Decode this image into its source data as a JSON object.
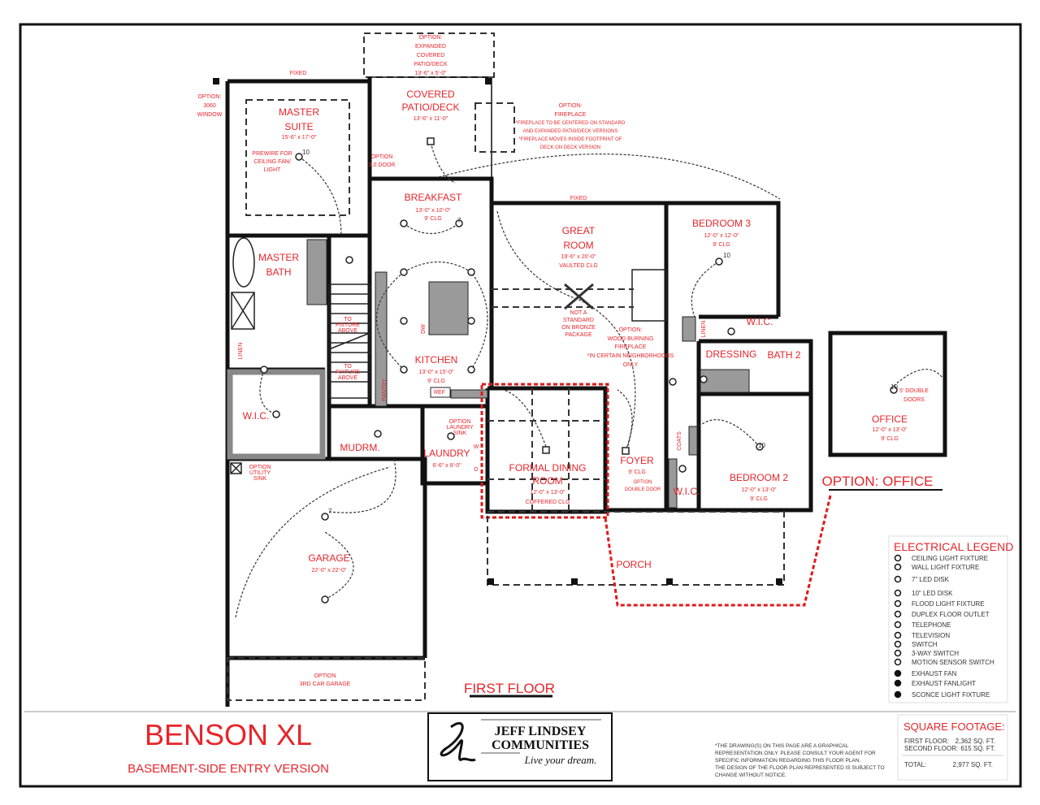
{
  "plan": {
    "title": "BENSON XL",
    "subtitle": "BASEMENT-SIDE ENTRY VERSION",
    "floor_label": "FIRST FLOOR",
    "option_office_label": "OPTION: OFFICE"
  },
  "rooms": {
    "master_suite": {
      "name1": "MASTER",
      "name2": "SUITE",
      "dims": "15'-6\" x 17'-0\""
    },
    "covered_patio": {
      "name1": "COVERED",
      "name2": "PATIO/DECK",
      "dims": "13'-6\" x 11'-0\""
    },
    "breakfast": {
      "name": "BREAKFAST",
      "dims": "13'-0\" x 10'-0\"",
      "clg": "9' CLG"
    },
    "great_room": {
      "name1": "GREAT",
      "name2": "ROOM",
      "dims": "19'-6\" x 20'-0\"",
      "clg": "VAULTED CLG"
    },
    "bedroom3": {
      "name": "BEDROOM 3",
      "dims": "12'-0\" x 12'-0\"",
      "clg": "9' CLG"
    },
    "master_bath": {
      "name1": "MASTER",
      "name2": "BATH"
    },
    "kitchen": {
      "name": "KITCHEN",
      "dims": "13'-0\" x 15'-0\"",
      "clg": "9' CLG"
    },
    "wic_master": {
      "name": "W.I.C."
    },
    "wic_bed3": {
      "name": "W.I.C."
    },
    "wic_bed2": {
      "name": "W.I.C."
    },
    "dressing": {
      "name": "DRESSING"
    },
    "bath2": {
      "name": "BATH 2"
    },
    "mudroom": {
      "name": "MUDRM."
    },
    "laundry": {
      "name": "LAUNDRY",
      "dims": "6'-6\" x 8'-0\""
    },
    "formal_dining": {
      "name1": "FORMAL DINING",
      "name2": "ROOM",
      "dims": "12'-0\" x 13'-0\"",
      "clg": "COFFERED CLG"
    },
    "foyer": {
      "name": "FOYER",
      "clg": "9' CLG"
    },
    "bedroom2": {
      "name": "BEDROOM 2",
      "dims": "12'-0\" x 13'-0\"",
      "clg": "9' CLG"
    },
    "office": {
      "name": "OFFICE",
      "dims": "12'-0\" x 13'-0\"",
      "clg": "9' CLG"
    },
    "garage": {
      "name": "GARAGE",
      "dims": "22'-0\" x 22'-0\""
    },
    "porch": {
      "name": "PORCH"
    }
  },
  "notes": {
    "expanded_patio": [
      "OPTION:",
      "EXPANDED",
      "COVERED",
      "PATIO/DECK",
      "13'-6\" x 5'-0\""
    ],
    "fireplace_patio": [
      "OPTION:",
      "FIREPLACE",
      "*FIREPLACE TO BE CENTERED ON STANDARD",
      "AND EXPANDED PATIO/DECK VERSIONS",
      "*FIREPLACE MOVES INSIDE FOOTPRINT OF",
      "DECK ON DECK VERSION"
    ],
    "window_option": [
      "OPTION:",
      "3060",
      "WINDOW"
    ],
    "fixed_master": "FIXED",
    "fixed_great": "FIXED",
    "door_option": [
      "OPTION",
      "3.0 DOOR"
    ],
    "prewire": [
      "PREWIRE FOR",
      "CEILING FAN/",
      "LIGHT"
    ],
    "fan_note": [
      "NOT A",
      "STANDARD",
      "ON BRONZE",
      "PACKAGE"
    ],
    "wood_fireplace": [
      "OPTION:",
      "WOOD BURNING",
      "FIREPLACE",
      "*IN CERTAIN NEIGHBORHOODS",
      "ONLY"
    ],
    "fixture_above_1": [
      "TO",
      "FIXTURE",
      "ABOVE"
    ],
    "fixture_above_2": [
      "TO",
      "FIXTURE",
      "ABOVE"
    ],
    "laundry_sink": [
      "OPTION",
      "LAUNDRY",
      "SINK"
    ],
    "utility_sink": [
      "OPTION",
      "UTILITY",
      "SINK"
    ],
    "third_car": [
      "OPTION",
      "3RD CAR GARAGE"
    ],
    "double_door": [
      "OPTION",
      "DOUBLE DOOR"
    ],
    "office_doors": [
      "5' DOUBLE",
      "DOORS"
    ],
    "linen": "LINEN",
    "coats": "COATS",
    "pantry": "PANTRY",
    "ref": "REF",
    "dw": "DW",
    "w": "W",
    "d": "D",
    "lamp_7": "7",
    "lamp_10": "10"
  },
  "legend": {
    "title": "ELECTRICAL LEGEND",
    "items": [
      {
        "icon": "ceiling-light-icon",
        "label": "CEILING LIGHT FIXTURE"
      },
      {
        "icon": "wall-light-icon",
        "label": "WALL LIGHT FIXTURE"
      },
      {
        "icon": "led-disk-7-icon",
        "label": "7\" LED DISK"
      },
      {
        "icon": "led-disk-10-icon",
        "label": "10\" LED DISK"
      },
      {
        "icon": "flood-light-icon",
        "label": "FLOOD LIGHT FIXTURE"
      },
      {
        "icon": "floor-outlet-icon",
        "label": "DUPLEX FLOOR OUTLET"
      },
      {
        "icon": "telephone-icon",
        "label": "TELEPHONE"
      },
      {
        "icon": "television-icon",
        "label": "TELEVISION"
      },
      {
        "icon": "switch-icon",
        "label": "SWITCH"
      },
      {
        "icon": "three-way-switch-icon",
        "label": "3-WAY SWITCH"
      },
      {
        "icon": "motion-switch-icon",
        "label": "MOTION SENSOR SWITCH"
      },
      {
        "icon": "exhaust-fan-icon",
        "label": "EXHAUST FAN"
      },
      {
        "icon": "exhaust-fanlight-icon",
        "label": "EXHAUST FANLIGHT"
      },
      {
        "icon": "sconce-icon",
        "label": "SCONCE LIGHT FIXTURE"
      }
    ]
  },
  "square_footage": {
    "title": "SQUARE FOOTAGE:",
    "first_label": "FIRST FLOOR:",
    "first_value": "2,362 SQ. FT.",
    "second_label": "SECOND FLOOR:",
    "second_value": "615 SQ. FT.",
    "total_label": "TOTAL:",
    "total_value": "2,977 SQ. FT."
  },
  "disclaimer": [
    "*THE DRAWING(S) ON THIS PAGE ARE A GRAPHICAL",
    "REPRESENTATION ONLY. PLEASE CONSULT YOUR AGENT FOR",
    "SPECIFIC INFORMATION REGARDING THIS FLOOR PLAN.",
    "THE DESIGN OF THE FLOOR PLAN REPRESENTED IS SUBJECT TO",
    "CHANGE WITHOUT NOTICE."
  ],
  "logo": {
    "line1": "JEFF LINDSEY",
    "line2": "COMMUNITIES",
    "tagline": "Live your dream."
  },
  "colors": {
    "accent_red": "#e8242a",
    "wall": "#111111",
    "fill_gray": "#9a9a9a"
  }
}
